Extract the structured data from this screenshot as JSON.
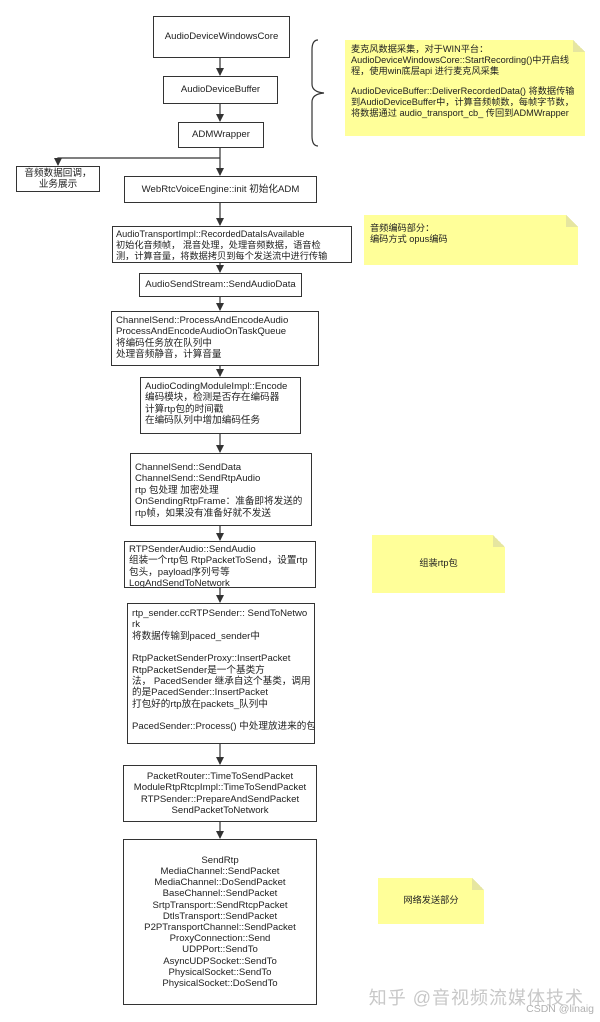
{
  "boxes": {
    "adwc": "AudioDeviceWindowsCore",
    "adb": "AudioDeviceBuffer",
    "adm": "ADMWrapper",
    "feedback": [
      "音频数据回调，",
      "业务展示"
    ],
    "engine": "WebRtcVoiceEngine::init 初始化ADM",
    "transport": [
      "AudioTransportImpl::RecordedDataIsAvailable",
      "初始化音频帧， 混音处理，处理音频数据，语音检",
      "测，计算音量，将数据拷贝到每个发送流中进行传输"
    ],
    "sendstream": "AudioSendStream::SendAudioData",
    "channelsend": [
      "ChannelSend::ProcessAndEncodeAudio",
      "ProcessAndEncodeAudioOnTaskQueue",
      "将编码任务放在队列中",
      "处理音频静音，计算音量"
    ],
    "coding": [
      "AudioCodingModuleImpl::Encode",
      "编码模块，检测是否存在编码器",
      "计算rtp包的时间戳",
      "在编码队列中增加编码任务"
    ],
    "senddata": [
      "ChannelSend::SendData",
      "ChannelSend::SendRtpAudio",
      "rtp 包处理 加密处理",
      "OnSendingRtpFrame：准备即将发送的",
      "rtp帧，如果没有准备好就不发送"
    ],
    "rtpaudio": [
      "RTPSenderAudio::SendAudio",
      "组装一个rtp包 RtpPacketToSend，设置rtp",
      "包头，payload序列号等",
      "LogAndSendToNetwork"
    ],
    "paced": [
      "rtp_sender.ccRTPSender:: SendToNetwo",
      "rk",
      "将数据传输到paced_sender中",
      "",
      "RtpPacketSenderProxy::InsertPacket",
      "RtpPacketSender是一个基类方",
      "法， PacedSender 继承自这个基类，调用",
      "的是PacedSender::InsertPacket",
      "打包好的rtp放在packets_队列中",
      "",
      "PacedSender::Process() 中处理放进来的包"
    ],
    "router": [
      "PacketRouter::TimeToSendPacket",
      "ModuleRtpRtcpImpl::TimeToSendPacket",
      "RTPSender::PrepareAndSendPacket",
      "SendPacketToNetwork"
    ],
    "network": [
      "SendRtp",
      "MediaChannel::SendPacket",
      "MediaChannel::DoSendPacket",
      "BaseChannel::SendPacket",
      "SrtpTransport::SendRtcpPacket",
      "DtlsTransport::SendPacket",
      "P2PTransportChannel::SendPacket",
      "ProxyConnection::Send",
      "UDPPort::SendTo",
      "AsyncUDPSocket::SendTo",
      "PhysicalSocket::SendTo",
      "PhysicalSocket::DoSendTo"
    ]
  },
  "notes": {
    "capture": [
      "麦克风数据采集，对于WIN平台：",
      "AudioDeviceWindowsCore::StartRecording()中开启线程，使用win底层api 进行麦克风采集",
      "",
      "AudioDeviceBuffer::DeliverRecordedData() 将数据传输到AudioDeviceBuffer中，计算音频帧数，每帧字节数，将数据通过 audio_transport_cb_ 传回到ADMWrapper"
    ],
    "encode": [
      "音频编码部分：",
      "编码方式 opus编码"
    ],
    "rtp": [
      "组装rtp包"
    ],
    "netsend": [
      "网络发送部分"
    ]
  },
  "watermark": {
    "main": "知乎 @音视频流媒体技术",
    "sub": "CSDN @linaig"
  },
  "colors": {
    "note": "#ffff99",
    "border": "#333333"
  }
}
